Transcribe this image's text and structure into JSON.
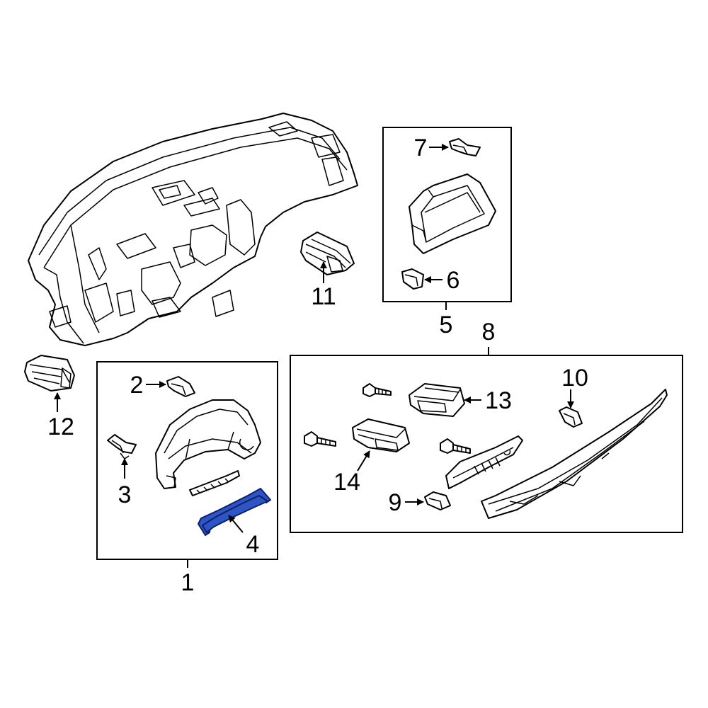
{
  "callouts": {
    "c1": "1",
    "c2": "2",
    "c3": "3",
    "c4": "4",
    "c5": "5",
    "c6": "6",
    "c7": "7",
    "c8": "8",
    "c9": "9",
    "c10": "10",
    "c11": "11",
    "c12": "12",
    "c13": "13",
    "c14": "14"
  },
  "highlight": {
    "part": "4",
    "color": "#2e55c4"
  }
}
